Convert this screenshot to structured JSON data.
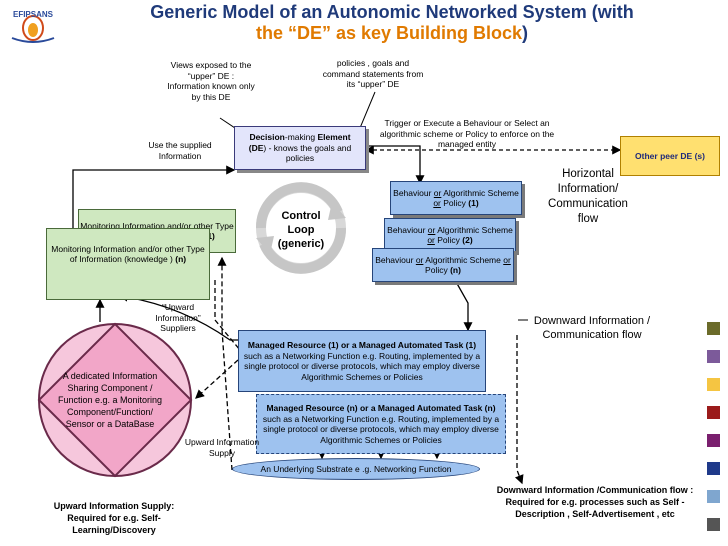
{
  "logo": {
    "text": "EFIPSANS"
  },
  "title": {
    "line1": "Generic Model of an Autonomic Networked System (with",
    "line2_prefix": "the “DE” as key Building Block",
    "line2_suffix": ")"
  },
  "notes": {
    "views_exposed": "Views exposed to the “upper” DE : Information known only by this DE",
    "policies_goals": "policies , goals and command statements from its “upper” DE",
    "trigger": "Trigger or Execute  a  Behaviour   or Select an algorithmic scheme   or Policy to enforce on the managed entity",
    "use_supplied": "Use the supplied Information",
    "upward_suppliers": "“Upward Information” Suppliers",
    "upward_supply_short": "Upward  Information Supply",
    "horizontal": "Horizontal Information/ Communication flow",
    "downward_flow": "Downward Information / Communication flow",
    "upward_bottom": "Upward Information Supply: Required for  e.g. Self-Learning/Discovery",
    "downward_bottom": "Downward  Information /Communication flow : Required for  e.g. processes such as Self - Description ,  Self-Advertisement , etc"
  },
  "de_box": {
    "l1_a": "Decision",
    "l1_b": "-making ",
    "l1_c": "Element",
    "l2_a": "(DE",
    "l2_b": ") - knows the goals and policies"
  },
  "control_loop": {
    "label": "Control Loop (generic)"
  },
  "peer_de": {
    "label": "Other peer DE (s)"
  },
  "behaviours": [
    {
      "a": "Behaviour ",
      "or1": "or",
      "b": " Algorithmic Scheme ",
      "or2": "or",
      "c": " Policy  ",
      "n": "(1)"
    },
    {
      "a": "Behaviour  ",
      "or1": "or",
      "b": " Algorithmic Scheme ",
      "or2": "or",
      "c": " Policy ",
      "n": "(2)"
    },
    {
      "a": "Behaviour  ",
      "or1": "or",
      "b": " Algorithmic Scheme  ",
      "or2": "or",
      "c": " Policy  ",
      "n": "(n)"
    }
  ],
  "monitoring": [
    {
      "text": "Monitoring Information  and/or other Type of Information (knowledge )",
      "n": "(1)"
    },
    {
      "text": "Monitoring Information  and/or other Type of Information (knowledge )",
      "n": "(n)"
    }
  ],
  "managed": [
    {
      "head": "Managed Resource  (1) or a Managed Automated Task (1)",
      "body": " such as a Networking  Function  e.g. Routing, implemented by a single protocol  or diverse protocols, which may employ diverse Algorithmic Schemes or Policies"
    },
    {
      "head": "Managed Resource  (n) or a Managed Automated Task (n)",
      "body": " such as a Networking  Function  e.g. Routing, implemented by a single protocol  or diverse protocols, which may employ diverse Algorithmic Schemes or Policies"
    }
  ],
  "diamond": {
    "text": "A dedicated Information Sharing Component / Function  e.g. a Monitoring Component/Function/ Sensor or a DataBase"
  },
  "substrate": {
    "text": "An Underlying Substrate e .g. Networking Function"
  },
  "colors": {
    "title": "#1f3a7a",
    "accent": "#e07a00",
    "green": "#cfe8c0",
    "blue": "#9ec2ef",
    "pink": "#f2a6c8",
    "peer": "#ffe070"
  },
  "side_squares": [
    "#6b6b2a",
    "#7c5a9a",
    "#f5c542",
    "#9b1b1b",
    "#7a1f6e",
    "#1f3a8a",
    "#7fa6cf",
    "#555555"
  ]
}
